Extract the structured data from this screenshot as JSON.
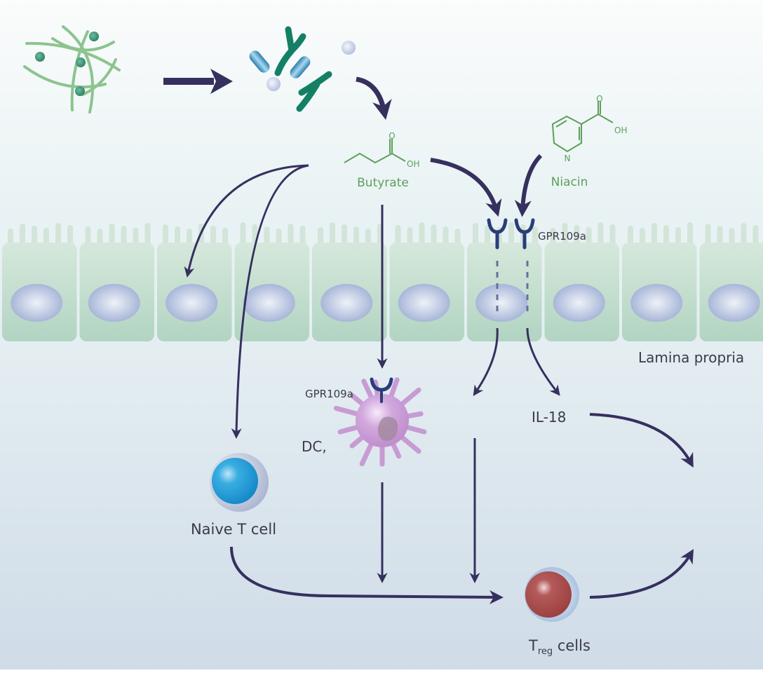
{
  "diagram": {
    "labels": {
      "butyrate": "Butyrate",
      "niacin": "Niacin",
      "butyrate_oh": "OH",
      "butyrate_o": "O",
      "niacin_oh": "OH",
      "niacin_o": "O",
      "niacin_n": "N",
      "gpr109a_epithelial": "GPR109a",
      "gpr109a_dc": "GPR109a",
      "lamina_propria": "Lamina propria",
      "dc": "DC,",
      "il18": "IL-18",
      "naive_t_cell": "Naive T cell",
      "treg_main": "T",
      "treg_sub": "reg",
      "treg_suffix": " cells"
    },
    "colors": {
      "arrow": "#35305e",
      "chem_green": "#5e9e5c",
      "fiber_green": "#8cc48e",
      "dot_green": "#3f9473",
      "epithelium": "#b8d8c8",
      "nucleus": "#b3c0de",
      "dc_purple": "#c79bd3",
      "naive_blue": "#1e9ad6",
      "treg_red": "#a84a4a",
      "receptor": "#2a3d7a"
    },
    "epithelium": {
      "cell_count": 10
    }
  }
}
